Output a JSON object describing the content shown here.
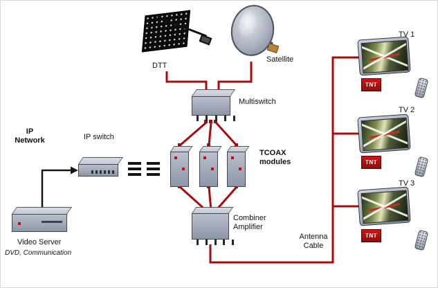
{
  "diagram": {
    "labels": {
      "dtt": "DTT",
      "satellite": "Satellite",
      "multiswitch": "Multiswitch",
      "ip_network_line1": "IP",
      "ip_network_line2": "Network",
      "ip_switch": "IP switch",
      "tcoax_line1": "TCOAX",
      "tcoax_line2": "modules",
      "combiner_line1": "Combiner",
      "combiner_line2": "Amplifier",
      "video_server": "Video Server",
      "video_server_sub": "DVD, Communication",
      "antenna_line1": "Antenna",
      "antenna_line2": "Cable",
      "tnt_logo": "TNT"
    },
    "tvs": [
      {
        "label": "TV 1"
      },
      {
        "label": "TV 2"
      },
      {
        "label": "TV 3"
      }
    ],
    "colors": {
      "wire_red": "#a80b0b",
      "wire_black": "#151515",
      "device_gray": "#a5aebc",
      "tnt_red": "#c41212"
    }
  }
}
